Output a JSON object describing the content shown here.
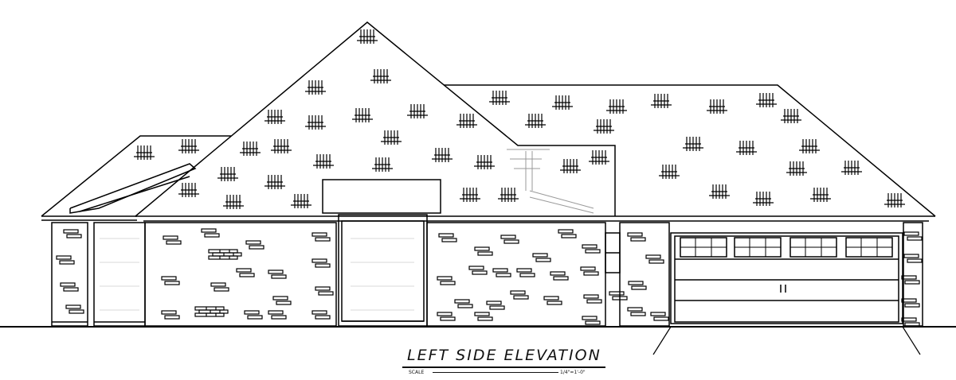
{
  "drawing": {
    "title": "LEFT SIDE ELEVATION",
    "scale_label": "SCALE",
    "scale_value": "1/4\"=1'-0\""
  }
}
